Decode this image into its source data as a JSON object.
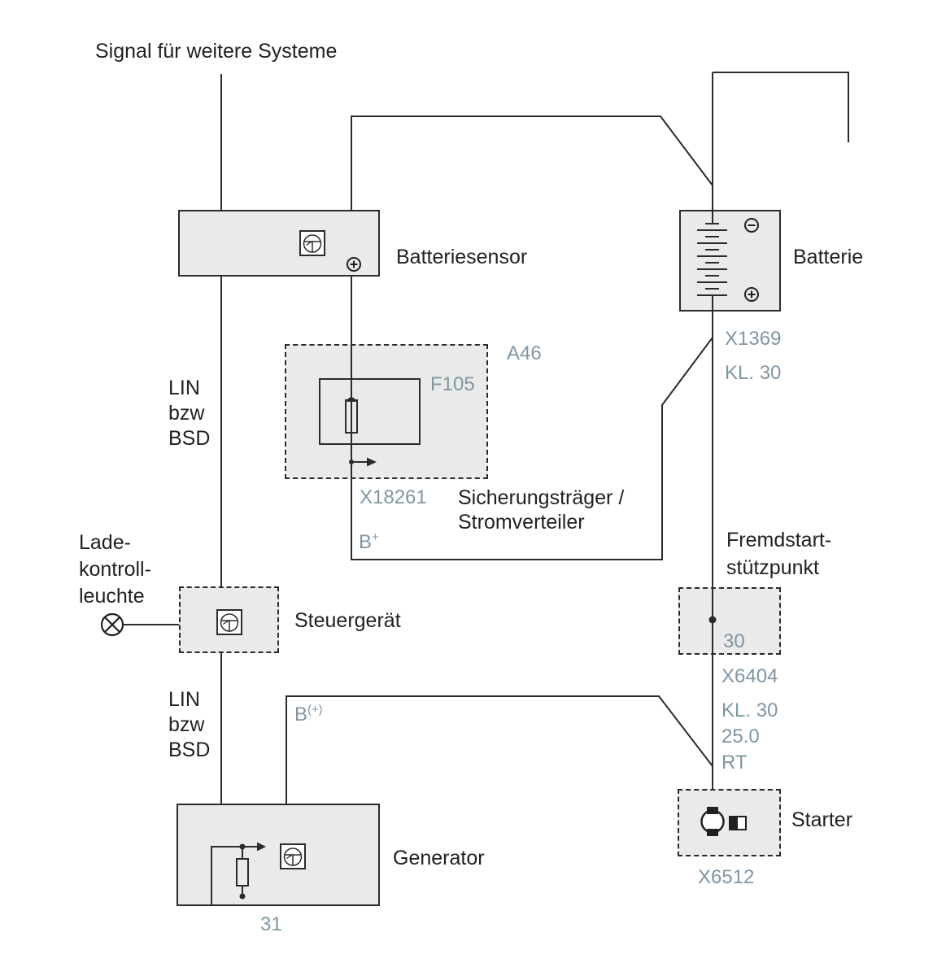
{
  "title": "Signal für weitere Systeme",
  "components": {
    "batteriesensor": "Batteriesensor",
    "batterie": "Batterie",
    "steuergeraet": "Steuergerät",
    "generator": "Generator",
    "starter": "Starter",
    "sicherungstraeger": "Sicherungsträger /\nStromverteiler",
    "fremdstartstuetzpunkt": "Fremdstart-\nstützpunkt",
    "ladekontrollleuchte": "Lade-\nkontroll-\nleuchte"
  },
  "bus": {
    "lin_bsd": "LIN\nbzw\nBSD"
  },
  "refs": {
    "a46": "A46",
    "f105": "F105",
    "x18261": "X18261",
    "b_plus": {
      "base": "B",
      "sup": "+"
    },
    "x1369": "X1369",
    "kl30": "KL. 30",
    "terminal_30": "30",
    "x6404": "X6404",
    "wire_spec": "KL. 30\n25.0\nRT",
    "b_plus_gen": {
      "base": "B",
      "sup": "(+)"
    },
    "x6512": "X6512",
    "terminal_31": "31"
  },
  "icons": {
    "ecu_symbol": "control-unit-regulator-icon",
    "battery_cells": "battery-cells-icon",
    "minus_terminal": "⊖",
    "plus_terminal": "⊕",
    "fuse": "fuse-icon",
    "indicator_lamp": "charge-indicator-lamp-icon",
    "starter_motor": "starter-motor-icon",
    "current_arrow": "current-direction-arrow-icon"
  },
  "colors": {
    "wire": "#2b2b2b",
    "text": "#231f20",
    "ref_text": "#8096a2",
    "box_fill": "#e9eaea",
    "background": "#ffffff"
  }
}
